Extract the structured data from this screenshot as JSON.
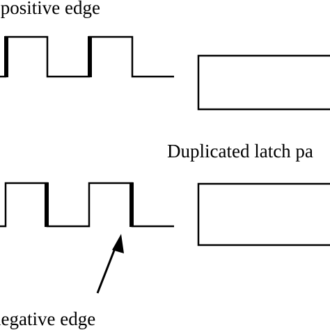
{
  "labels": {
    "top": "a positive edge",
    "middle": "Duplicated latch pa",
    "bottom": "negative edge"
  },
  "colors": {
    "line": "#000000",
    "background": "#ffffff"
  }
}
